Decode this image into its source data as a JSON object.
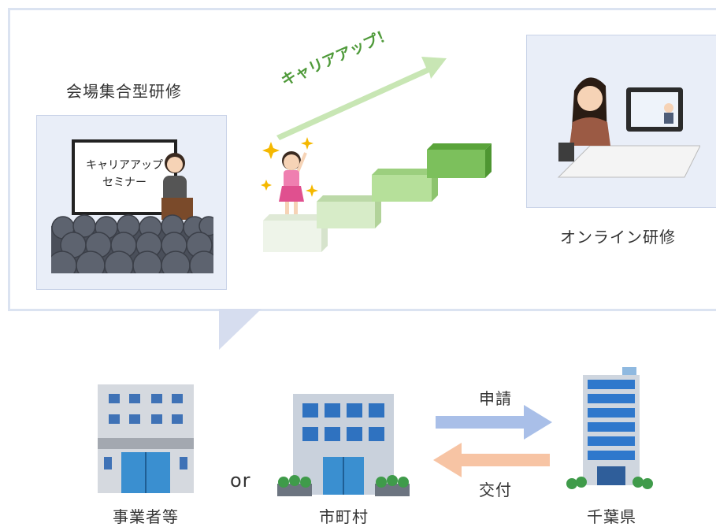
{
  "top": {
    "seminar_title": "会場集合型研修",
    "board_line1": "キャリアアップ",
    "board_line2": "セミナー",
    "career_up": "キャリアアップ！",
    "online_title": "オンライン研修"
  },
  "bottom": {
    "business": "事業者等",
    "or": "or",
    "municipality": "市町村",
    "prefecture": "千葉県",
    "apply": "申請",
    "grant": "交付"
  },
  "colors": {
    "arrow_green": "#c8e6b4",
    "stair_green": "#7cc05c",
    "apply_arrow": "#a9bfe8",
    "grant_arrow": "#f7c4a4",
    "callout": "#d6ddef"
  }
}
